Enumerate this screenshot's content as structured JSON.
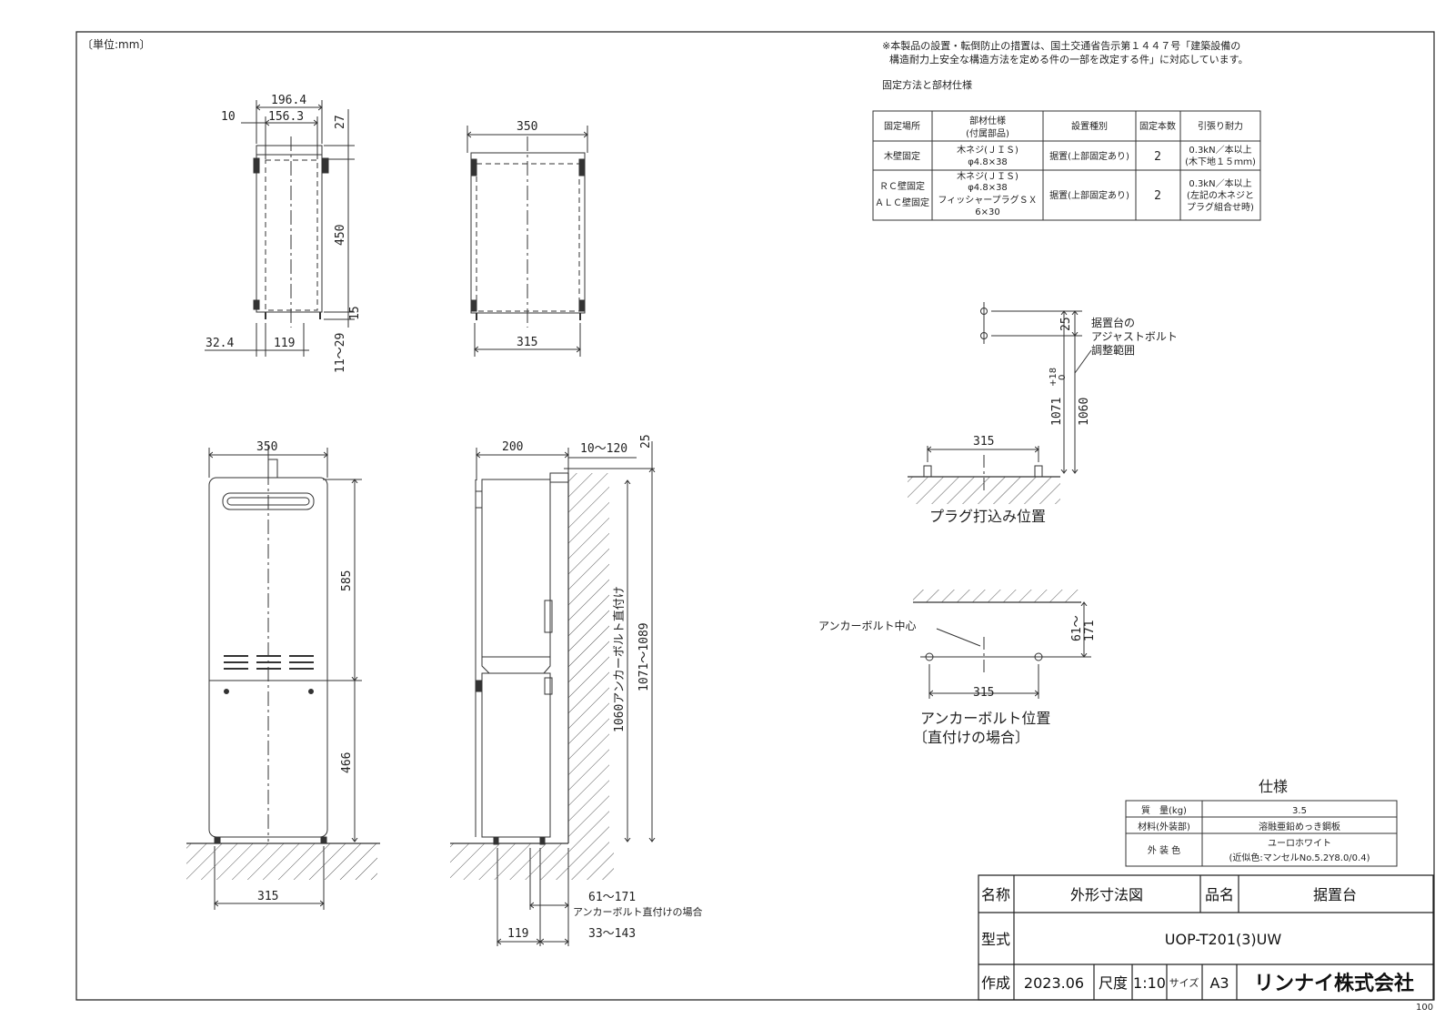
{
  "unit": "〔単位:mm〕",
  "notes": {
    "line1": "※本製品の設置・転倒防止の措置は、国土交通省告示第１４４７号「建築設備の",
    "line2": "構造耐力上安全な構造方法を定める件の一部を改定する件」に対応しています。",
    "fixing_title": "固定方法と部材仕様"
  },
  "fixing_table": {
    "headers": [
      "固定場所",
      "部材仕様",
      "(付属部品)",
      "設置種別",
      "固定本数",
      "引張り耐力"
    ],
    "rows": [
      {
        "place": "木壁固定",
        "spec1": "木ネジ(ＪＩＳ)",
        "spec2": "φ4.8×38",
        "type": "据置(上部固定あり)",
        "count": "2",
        "force1": "0.3kN／本以上",
        "force2": "(木下地１５ｍｍ)"
      },
      {
        "place1": "ＲＣ壁固定",
        "place2": "ＡＬＣ壁固定",
        "spec1": "木ネジ(ＪＩＳ)",
        "spec2": "φ4.8×38",
        "spec3": "フィッシャープラグＳＸ",
        "spec4": "6×30",
        "type": "据置(上部固定あり)",
        "count": "2",
        "force1": "0.3kN／本以上",
        "force2": "(左記の木ネジと",
        "force3": "プラグ組合せ時)"
      }
    ]
  },
  "top_side_view": {
    "d_196_4": "196.4",
    "d_10": "10",
    "d_156_3": "156.3",
    "d_27": "27",
    "d_450": "450",
    "d_15": "15",
    "d_11_29": "11～29",
    "d_32_4": "32.4",
    "d_119": "119"
  },
  "top_front_view": {
    "d_350": "350",
    "d_315": "315"
  },
  "front_view": {
    "d_350": "350",
    "d_585": "585",
    "d_466": "466",
    "d_315": "315"
  },
  "side_view": {
    "d_200": "200",
    "d_10_120": "10～120",
    "d_25": "25",
    "d_1060_label": "1060アンカーボルト直付け",
    "d_1071_1089": "1071～1089",
    "d_61_171": "61～171",
    "anchor_note": "アンカーボルト直付けの場合",
    "d_119": "119",
    "d_33_143": "33～143"
  },
  "plug_detail": {
    "d_25": "25",
    "note1": "据置台の",
    "note2": "アジャストボルト",
    "note3": "調整範囲",
    "d_1071": "1071",
    "d_tol_plus": "+18",
    "d_tol_minus": "0",
    "d_1060": "1060",
    "d_315": "315",
    "title": "プラグ打込み位置"
  },
  "anchor_detail": {
    "center_label": "アンカーボルト中心",
    "d_61": "61～",
    "d_171": "171",
    "d_315": "315",
    "title1": "アンカーボルト位置",
    "title2": "〔直付けの場合〕"
  },
  "spec": {
    "title": "仕様",
    "rows": [
      {
        "label": "質　量(kg)",
        "value": "3.5"
      },
      {
        "label": "材料(外装部)",
        "value": "溶融亜鉛めっき鋼板"
      },
      {
        "label": "外 装 色",
        "value1": "ユーロホワイト",
        "value2": "(近似色:マンセルNo.5.2Y8.0/0.4)"
      }
    ]
  },
  "title_block": {
    "name_label": "名称",
    "name_value": "外形寸法図",
    "product_label": "品名",
    "product_value": "据置台",
    "model_label": "型式",
    "model_value": "UOP-T201(3)UW",
    "made_label": "作成",
    "made_value": "2023.06",
    "scale_label": "尺度",
    "scale_value": "1:10",
    "size_label": "サイズ",
    "size_value": "A3",
    "company": "リンナイ株式会社"
  },
  "page_number": "100"
}
